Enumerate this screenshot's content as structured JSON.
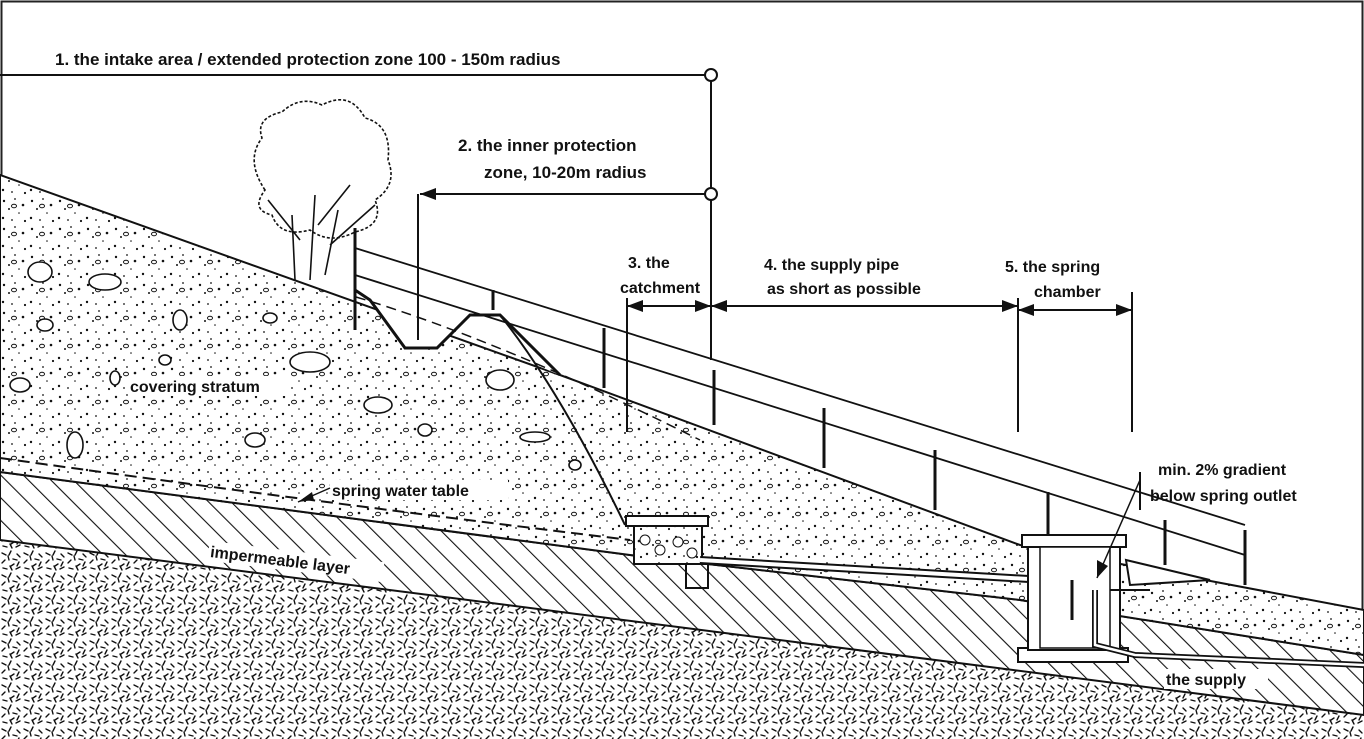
{
  "labels": {
    "zone1": "1. the intake area / extended protection zone 100 - 150m radius",
    "zone2_line1": "2. the inner protection",
    "zone2_line2": "zone, 10-20m radius",
    "catchment_line1": "3. the",
    "catchment_line2": "catchment",
    "pipe_line1": "4. the supply pipe",
    "pipe_line2": "as short as possible",
    "chamber_line1": "5. the spring",
    "chamber_line2": "chamber",
    "gradient_line1": "min. 2% gradient",
    "gradient_line2": "below spring outlet",
    "covering": "covering stratum",
    "water_table": "spring water table",
    "impermeable": "impermeable layer",
    "supply": "the supply"
  }
}
